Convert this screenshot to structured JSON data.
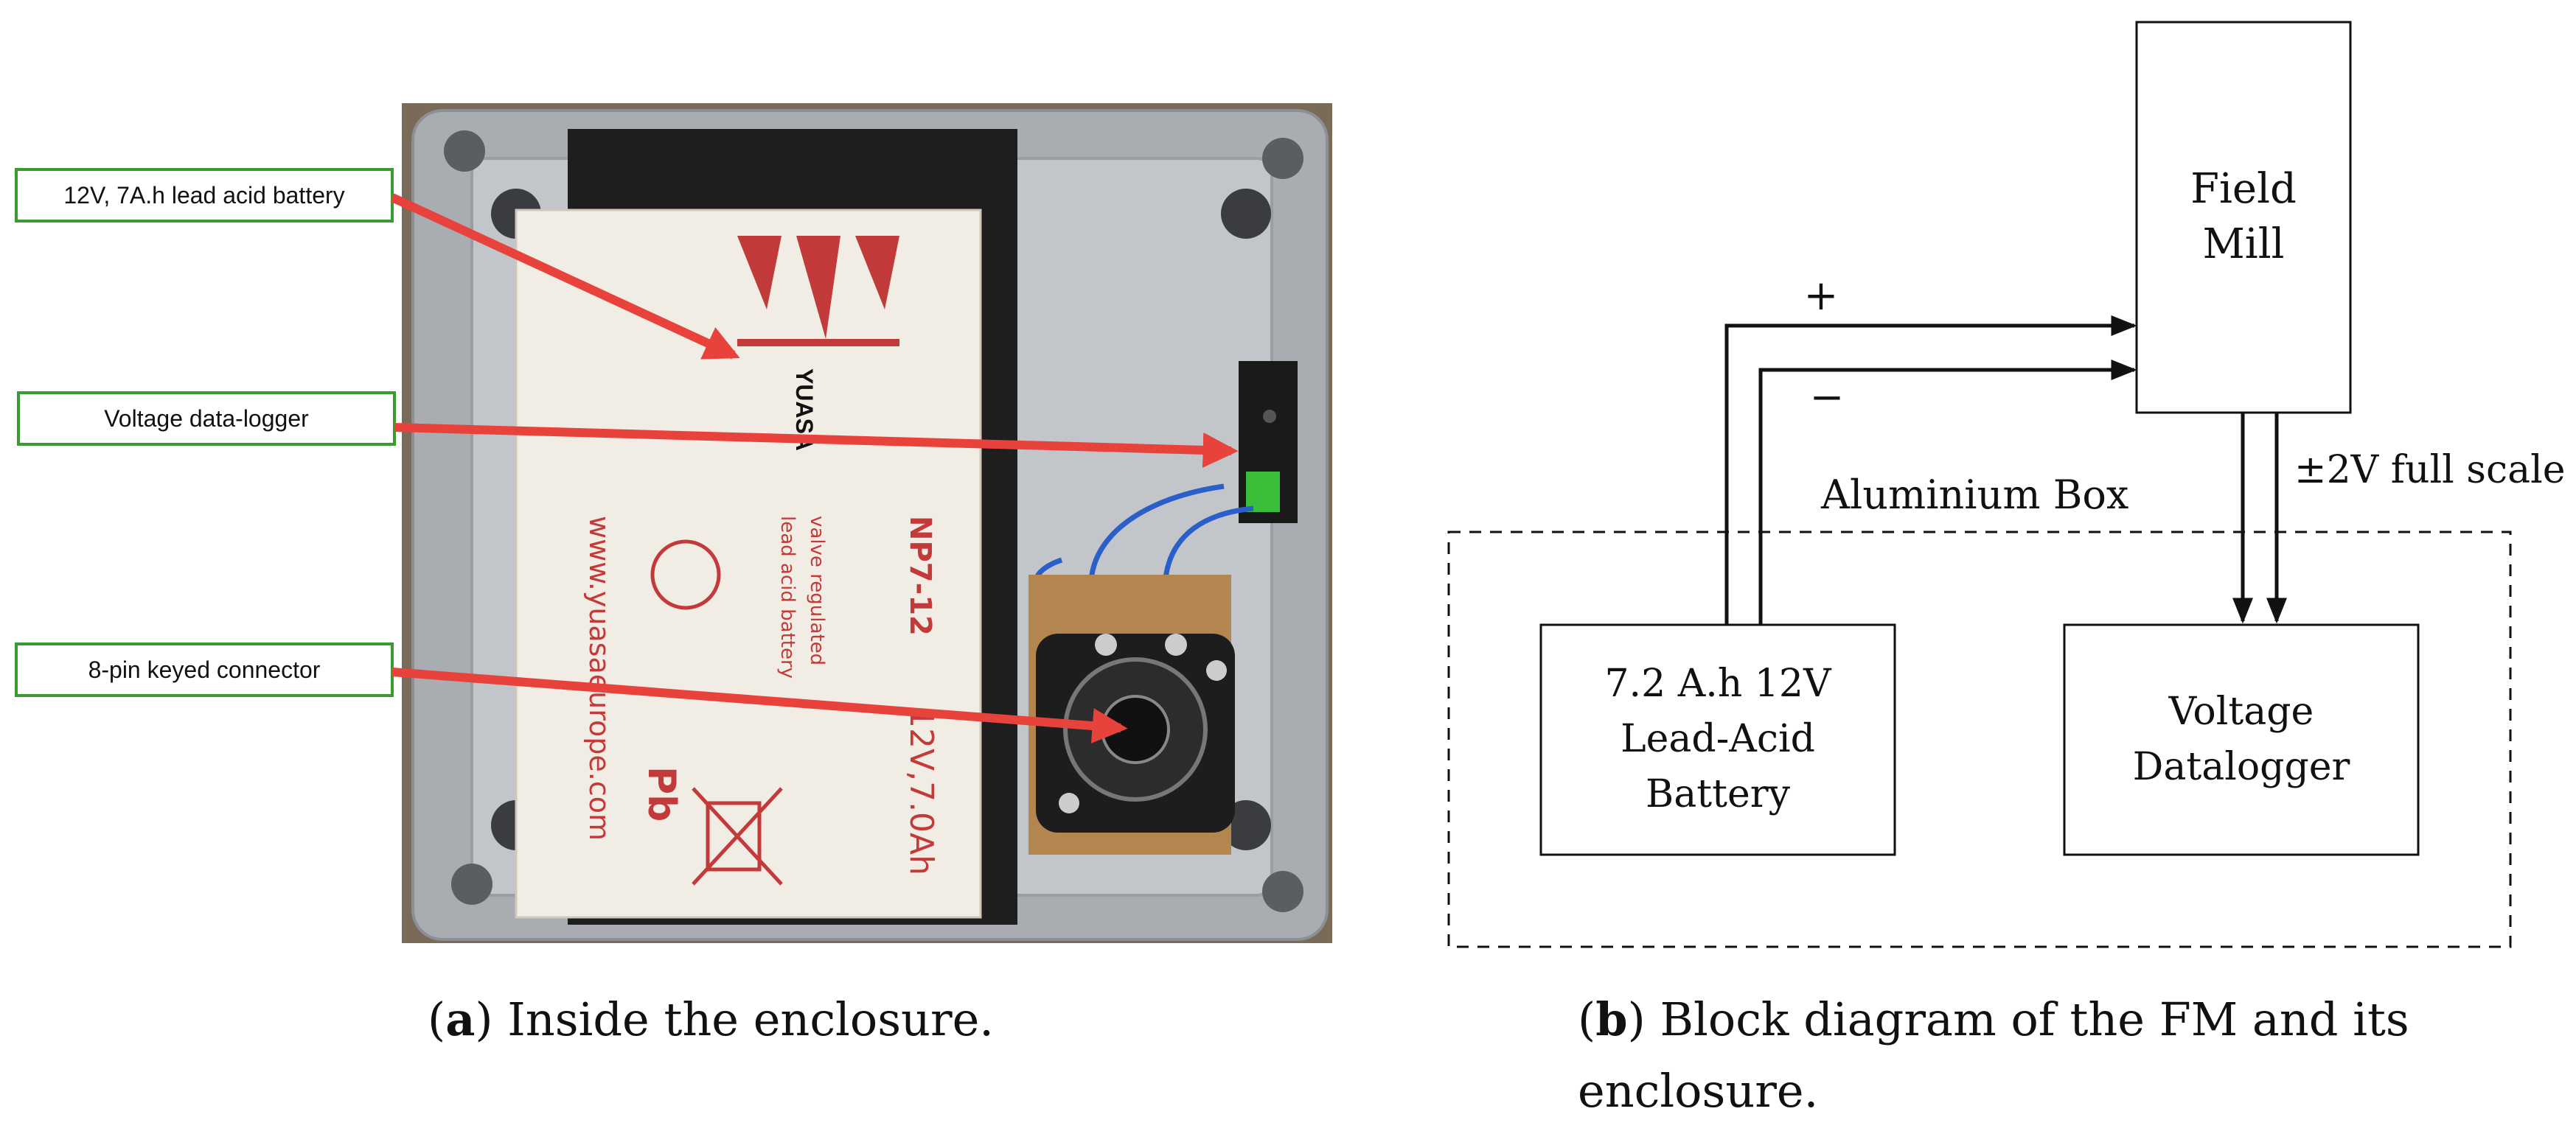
{
  "panel_a": {
    "callouts": [
      {
        "label": "12V, 7A.h lead acid battery"
      },
      {
        "label": "Voltage data-logger"
      },
      {
        "label": "8-pin keyed connector"
      }
    ],
    "battery_label": {
      "brand": "YUASA",
      "model": "NP7-12",
      "rating": "12V,7.0Ah",
      "type_line1": "valve regulated",
      "type_line2": "lead acid battery",
      "website": "www.yuasaeurope.com",
      "chem": "Pb"
    },
    "caption_letter": "a",
    "caption_text": " Inside the enclosure."
  },
  "panel_b": {
    "field_mill_line1": "Field",
    "field_mill_line2": "Mill",
    "plus": "+",
    "minus": "−",
    "full_scale": "±2V full scale",
    "box_label": "Aluminium Box",
    "battery_line1": "7.2 A.h 12V",
    "battery_line2": "Lead-Acid",
    "battery_line3": "Battery",
    "logger_line1": "Voltage",
    "logger_line2": "Datalogger",
    "caption_letter": "b",
    "caption_line1": " Block diagram of the FM and its",
    "caption_line2": "enclosure."
  },
  "colors": {
    "callout_border": "#3a9b2e",
    "arrow": "#e8423c",
    "enclosure": "#a9acb0",
    "battery_case": "#f2ede4",
    "battery_text": "#c33a3a"
  }
}
